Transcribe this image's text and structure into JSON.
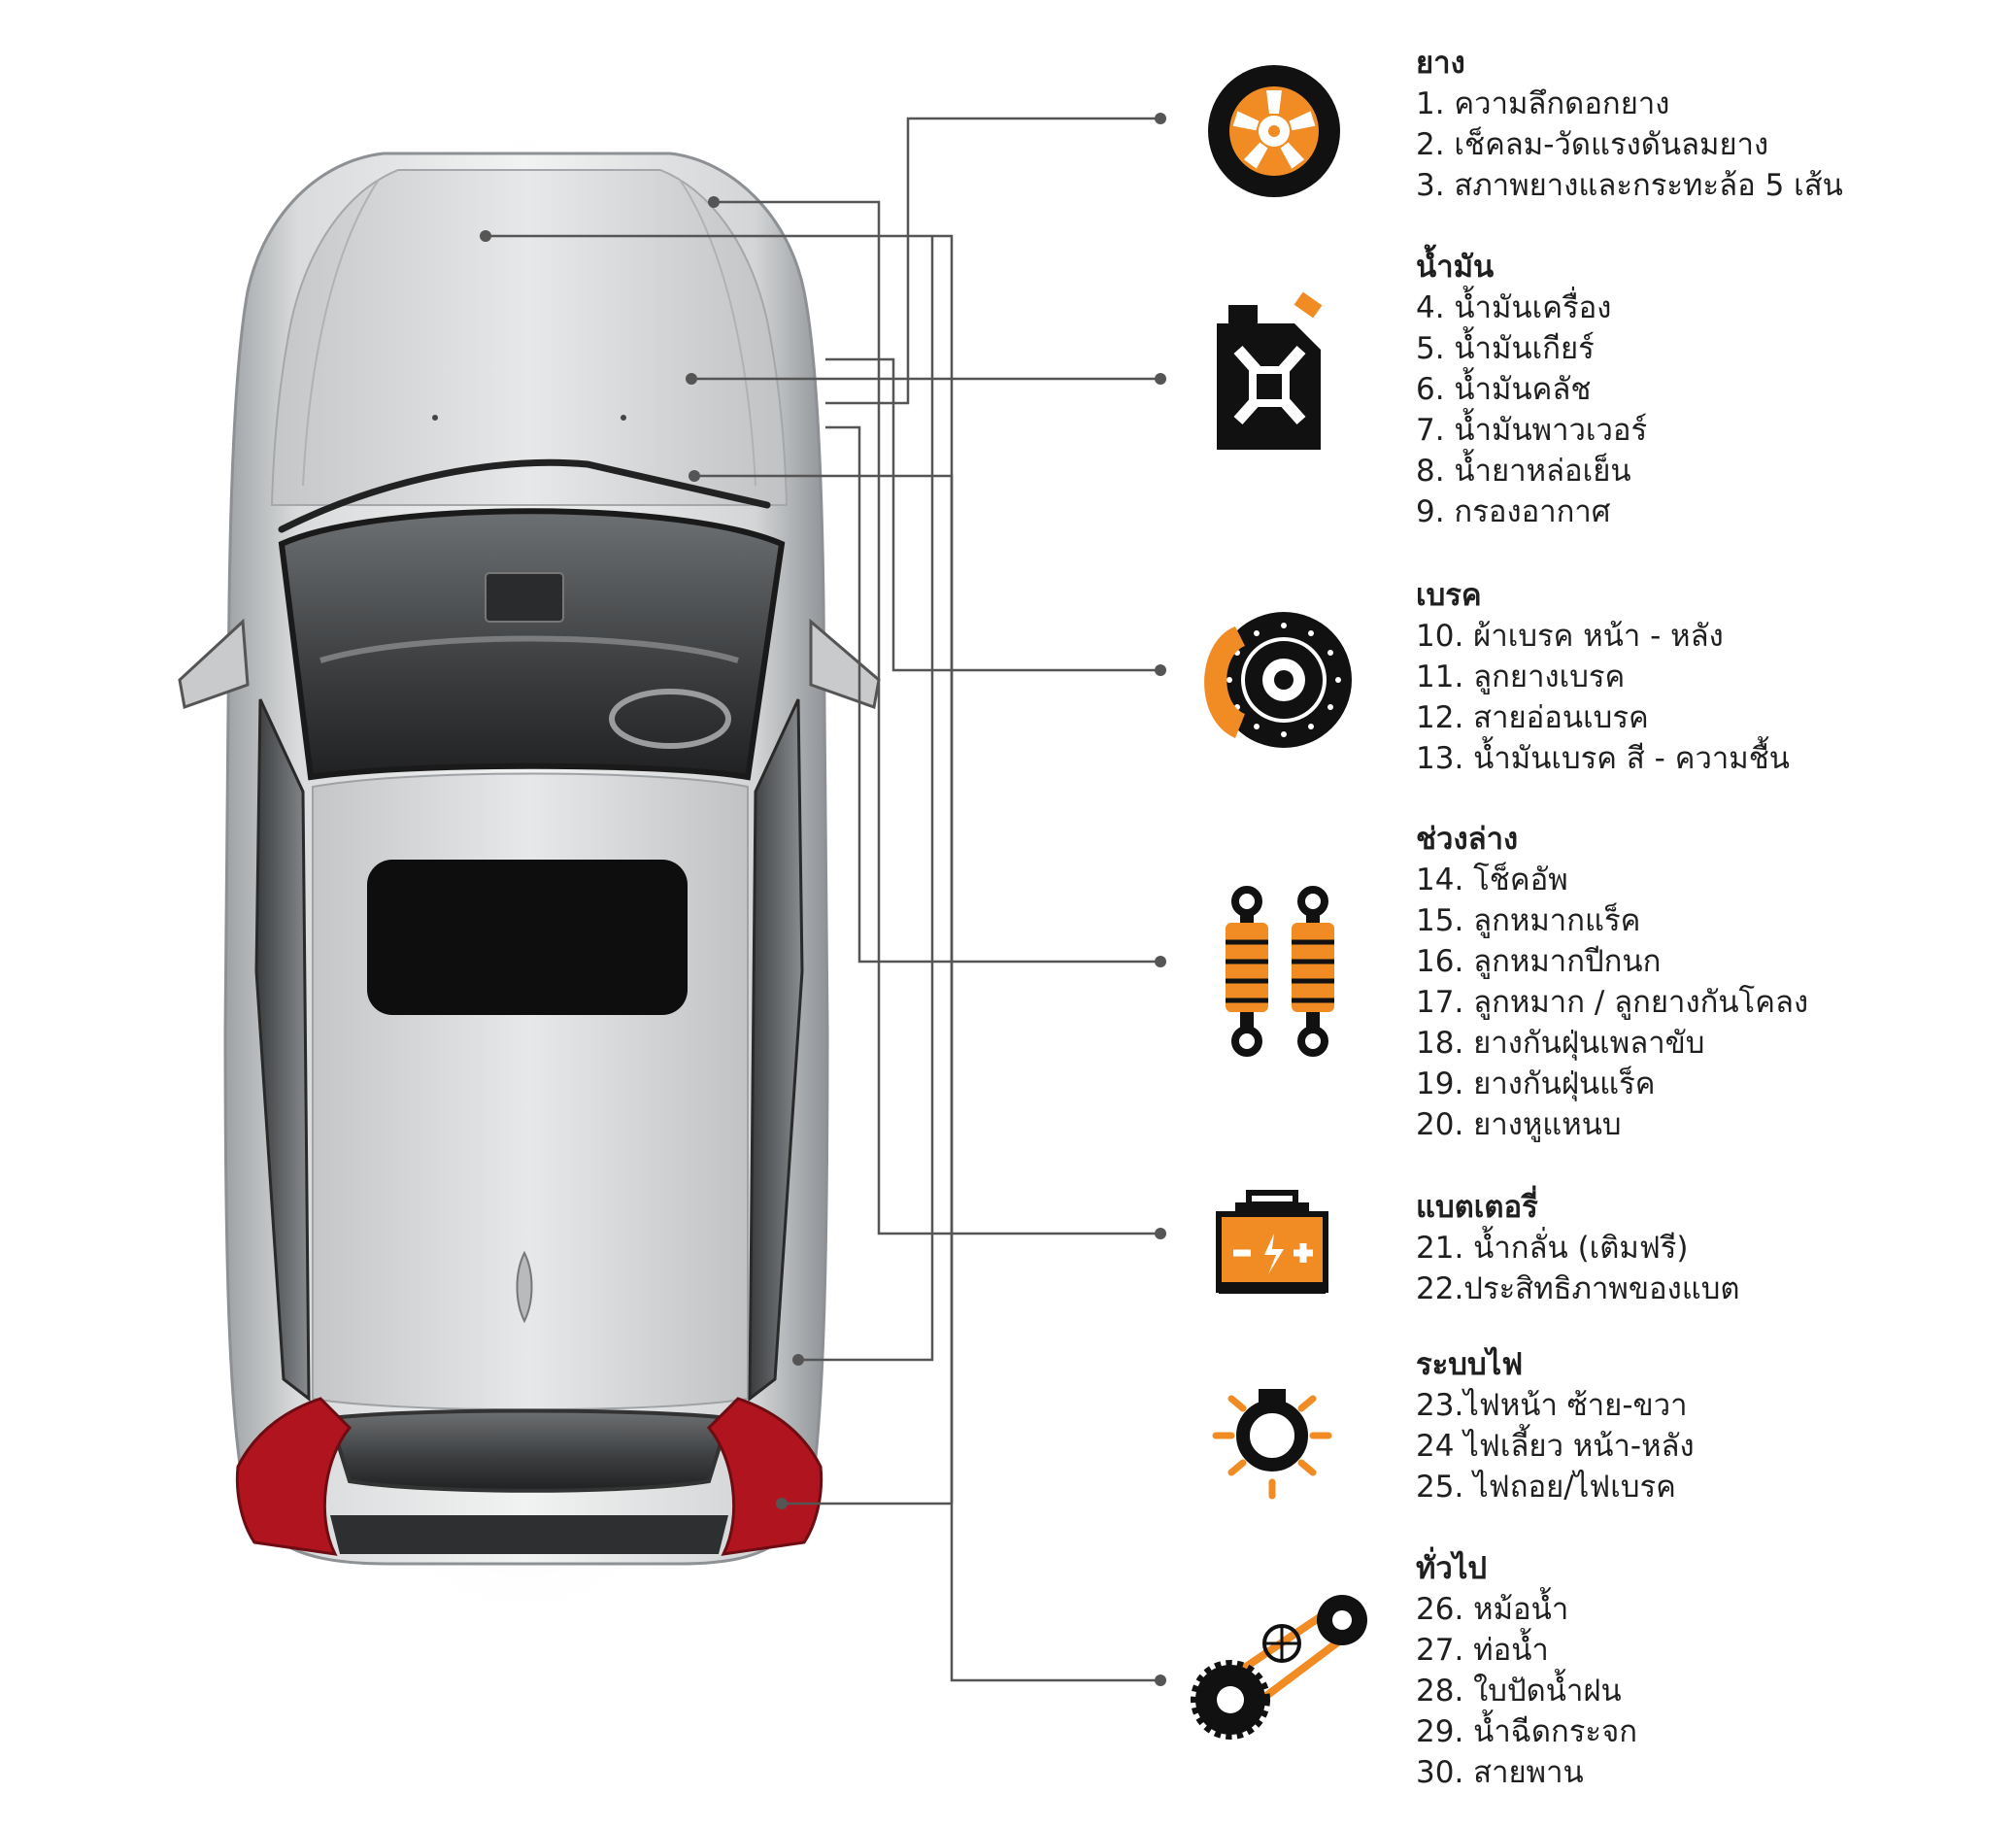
{
  "colors": {
    "accent": "#f08c23",
    "dark": "#111111",
    "leader": "#555555",
    "text": "#1f1f1f",
    "taillight": "#b0151f"
  },
  "categories": [
    {
      "id": "tires",
      "icon": "tire-icon",
      "title": "ยาง",
      "items": [
        "1. ความลึกดอกยาง",
        "2. เช็คลม-วัดแรงดันลมยาง",
        "3. สภาพยางและกระทะล้อ 5 เส้น"
      ]
    },
    {
      "id": "oil",
      "icon": "jerry-can-icon",
      "title": "น้ำมัน",
      "items": [
        "4. น้ำมันเครื่อง",
        "5. น้ำมันเกียร์",
        "6. น้ำมันคลัช",
        "7. น้ำมันพาวเวอร์",
        "8. น้ำยาหล่อเย็น",
        "9. กรองอากาศ"
      ]
    },
    {
      "id": "brakes",
      "icon": "brake-disc-icon",
      "title": "เบรค",
      "items": [
        "10. ผ้าเบรค หน้า - หลัง",
        "11. ลูกยางเบรค",
        "12. สายอ่อนเบรค",
        "13. น้ำมันเบรค สี - ความชื้น"
      ]
    },
    {
      "id": "suspension",
      "icon": "shock-absorber-icon",
      "title": "ช่วงล่าง",
      "items": [
        "14. โช็คอัพ",
        "15. ลูกหมากแร็ค",
        "16. ลูกหมากปีกนก",
        "17. ลูกหมาก / ลูกยางกันโคลง",
        "18. ยางกันฝุ่นเพลาขับ",
        "19. ยางกันฝุ่นแร็ค",
        "20. ยางหูแหนบ"
      ]
    },
    {
      "id": "battery",
      "icon": "battery-icon",
      "title": "แบตเตอรี่",
      "items": [
        "21. น้ำกลั่น (เติมฟรี)",
        "22.ประสิทธิภาพของแบต"
      ]
    },
    {
      "id": "electrical",
      "icon": "light-bulb-icon",
      "title": "ระบบไฟ",
      "items": [
        "23.ไฟหน้า ซ้าย-ขวา",
        "24 ไฟเลี้ยว หน้า-หลัง",
        "25. ไฟถอย/ไฟเบรค"
      ]
    },
    {
      "id": "general",
      "icon": "belt-pulley-icon",
      "title": "ทั่วไป",
      "items": [
        "26. หม้อน้ำ",
        "27. ท่อน้ำ",
        "28. ใบปัดน้ำฝน",
        "29. น้ำฉีดกระจก",
        "30. สายพาน"
      ]
    }
  ]
}
